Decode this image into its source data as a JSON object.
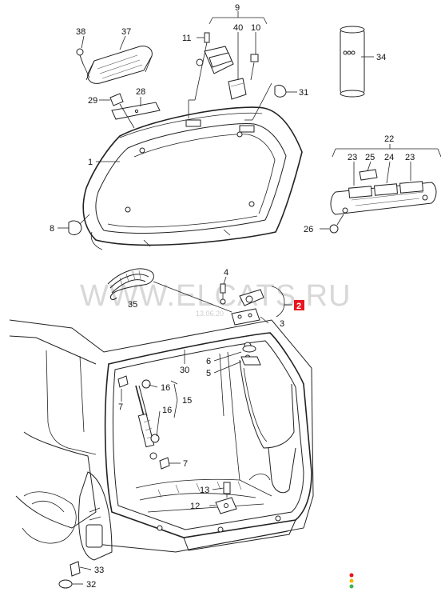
{
  "watermark": {
    "text": "WWW.ELCATS.RU",
    "date": "13.06.20"
  },
  "highlight": {
    "label": "2",
    "color": "#e8141e"
  },
  "colors": {
    "line": "#222222",
    "background": "#ffffff",
    "watermark": "#d8d8d8"
  },
  "callouts": {
    "c1": "1",
    "c2": "2",
    "c3": "3",
    "c4": "4",
    "c5": "5",
    "c6": "6",
    "c7a": "7",
    "c7b": "7",
    "c8": "8",
    "c9": "9",
    "c10": "10",
    "c11": "11",
    "c12": "12",
    "c13": "13",
    "c15": "15",
    "c16a": "16",
    "c16b": "16",
    "c22": "22",
    "c23a": "23",
    "c23b": "23",
    "c24": "24",
    "c25": "25",
    "c26": "26",
    "c28": "28",
    "c29": "29",
    "c30": "30",
    "c31": "31",
    "c32": "32",
    "c33": "33",
    "c34": "34",
    "c35": "35",
    "c37": "37",
    "c38": "38",
    "c40": "40"
  },
  "status_dots": {
    "colors": [
      "#e8141e",
      "#f2b705",
      "#3bb54a"
    ]
  }
}
